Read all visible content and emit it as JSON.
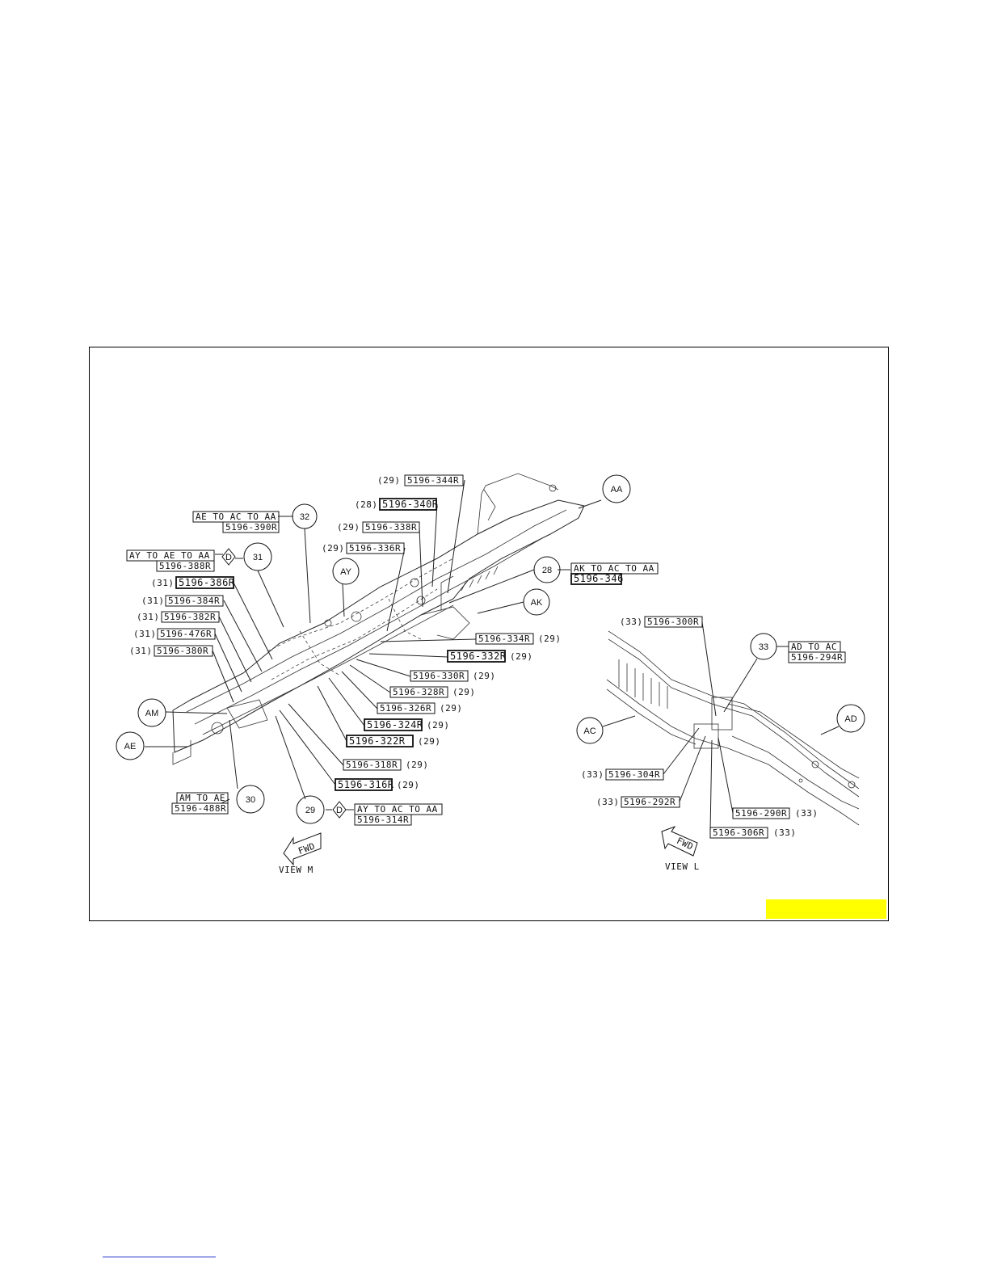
{
  "view_m": {
    "title": "VIEW M",
    "fwd": "FWD",
    "callouts": [
      {
        "id": "AA",
        "text": "AA"
      },
      {
        "id": "AK",
        "text": "AK"
      },
      {
        "id": "AY",
        "text": "AY"
      },
      {
        "id": "AM",
        "text": "AM"
      },
      {
        "id": "AE",
        "text": "AE"
      },
      {
        "id": "n32",
        "text": "32"
      },
      {
        "id": "n31",
        "text": "31"
      },
      {
        "id": "n28",
        "text": "28"
      },
      {
        "id": "n30",
        "text": "30"
      },
      {
        "id": "n29",
        "text": "29"
      }
    ],
    "group_labels": [
      {
        "line1": "AE TO AC TO AA",
        "line2": "5196-390R"
      },
      {
        "line1": "AY TO AE TO AA",
        "line2": "5196-388R"
      },
      {
        "line1": "AK TO AC TO AA",
        "line2": "5196-346"
      },
      {
        "line1": "AM TO AE",
        "line2": "5196-488R"
      },
      {
        "line1": "AY TO AC TO AA",
        "line2": "5196-314R"
      }
    ],
    "diamond": "D",
    "parts_left": [
      {
        "num": "(29)",
        "part": "5196-344R"
      },
      {
        "num": "(28)",
        "part": "5196-340R"
      },
      {
        "num": "(29)",
        "part": "5196-338R"
      },
      {
        "num": "(29)",
        "part": "5196-336R"
      },
      {
        "num": "(31)",
        "part": "5196-386R"
      },
      {
        "num": "(31)",
        "part": "5196-384R"
      },
      {
        "num": "(31)",
        "part": "5196-382R"
      },
      {
        "num": "(31)",
        "part": "5196-476R"
      },
      {
        "num": "(31)",
        "part": "5196-380R"
      }
    ],
    "parts_right": [
      {
        "part": "5196-334R",
        "num": "(29)"
      },
      {
        "part": "5196-332R",
        "num": "(29)"
      },
      {
        "part": "5196-330R",
        "num": "(29)"
      },
      {
        "part": "5196-328R",
        "num": "(29)"
      },
      {
        "part": "5196-326R",
        "num": "(29)"
      },
      {
        "part": "5196-324R",
        "num": "(29)"
      },
      {
        "part": "5196-322R",
        "num": "(29)"
      },
      {
        "part": "5196-318R",
        "num": "(29)"
      },
      {
        "part": "5196-316R",
        "num": "(29)"
      }
    ]
  },
  "view_l": {
    "title": "VIEW L",
    "fwd": "FWD",
    "callouts": [
      {
        "id": "n33",
        "text": "33"
      },
      {
        "id": "AC",
        "text": "AC"
      },
      {
        "id": "AD",
        "text": "AD"
      }
    ],
    "group_label": {
      "line1": "AD TO AC",
      "line2": "5196-294R"
    },
    "parts_left": [
      {
        "num": "(33)",
        "part": "5196-300R"
      },
      {
        "num": "(33)",
        "part": "5196-304R"
      },
      {
        "num": "(33)",
        "part": "5196-292R"
      }
    ],
    "parts_right": [
      {
        "part": "5196-290R",
        "num": "(33)"
      },
      {
        "part": "5196-306R",
        "num": "(33)"
      }
    ]
  },
  "colors": {
    "highlight": "#ffff00",
    "link": "#2233cc"
  }
}
